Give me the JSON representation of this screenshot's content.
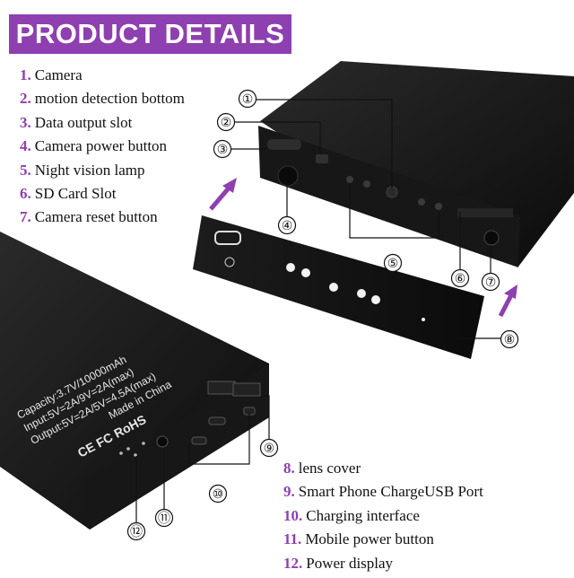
{
  "banner": {
    "title": "PRODUCT DETAILS"
  },
  "features_top": [
    {
      "num": "1.",
      "label": "Camera"
    },
    {
      "num": "2.",
      "label": "motion detection bottom"
    },
    {
      "num": "3.",
      "label": "Data output slot"
    },
    {
      "num": "4.",
      "label": "Camera power button"
    },
    {
      "num": "5.",
      "label": "Night vision lamp"
    },
    {
      "num": "6.",
      "label": "SD Card Slot"
    },
    {
      "num": "7.",
      "label": "Camera reset button"
    }
  ],
  "features_bottom": [
    {
      "num": "8.",
      "label": "lens cover"
    },
    {
      "num": "9.",
      "label": "Smart Phone ChargeUSB Port"
    },
    {
      "num": "10.",
      "label": "Charging interface"
    },
    {
      "num": "11.",
      "label": "Mobile power button"
    },
    {
      "num": "12.",
      "label": "Power display"
    }
  ],
  "callouts": [
    "①",
    "②",
    "③",
    "④",
    "⑤",
    "⑥",
    "⑦",
    "⑧",
    "⑨",
    "⑩",
    "⑪",
    "⑫"
  ],
  "device_label": {
    "capacity": "Capacity:3.7V/10000mAh",
    "input": "Input:5V=2A/9V=2A(max)",
    "output": "Output:5V=2A/5V=4.5A(max)",
    "origin": "Made in China",
    "certs": "CE FC RoHS"
  },
  "colors": {
    "accent": "#8e3fb0",
    "device": "#151515"
  }
}
